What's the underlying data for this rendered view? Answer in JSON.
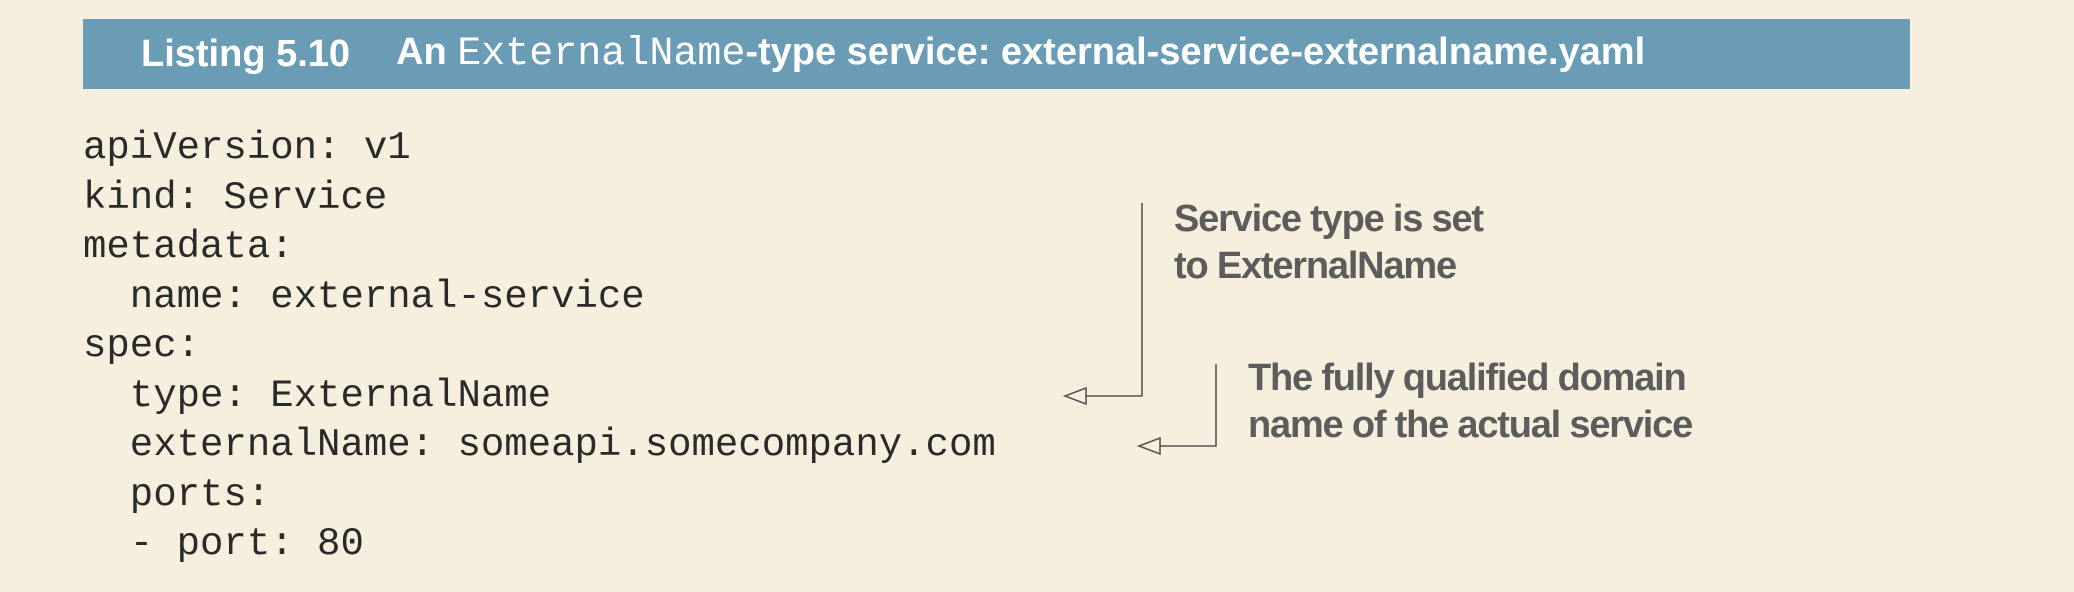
{
  "listing": {
    "number": "Listing 5.10",
    "title_prefix": "An ",
    "title_code": "ExternalName",
    "title_suffix": "-type service: external-service-externalname.yaml"
  },
  "code_lines": [
    "apiVersion: v1",
    "kind: Service",
    "metadata:",
    "  name: external-service",
    "spec:",
    "  type: ExternalName",
    "  externalName: someapi.somecompany.com",
    "  ports:",
    "  - port: 80"
  ],
  "annotations": [
    {
      "lines": [
        "Service type is set",
        "to ExternalName"
      ]
    },
    {
      "lines": [
        "The fully qualified domain",
        "name of the actual service"
      ]
    }
  ],
  "colors": {
    "background": "#f7efde",
    "header_bar": "#6a9db5",
    "header_text": "#ffffff",
    "code_text": "#2a2a2a",
    "annotation_text": "#5c5c5c"
  }
}
